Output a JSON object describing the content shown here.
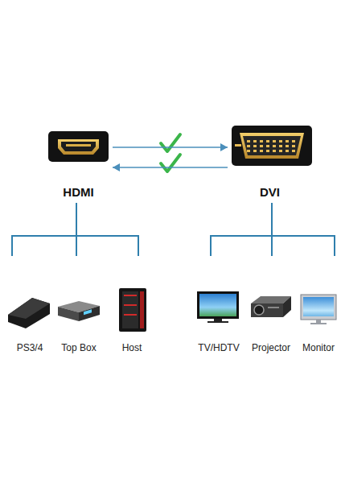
{
  "diagram": {
    "nodes": [
      {
        "text": [
          "HDMI"
        ]
      },
      {
        "text": [
          "DVI"
        ]
      },
      {
        "text": [
          "PS3/4"
        ]
      },
      {
        "text": [
          "Top Box"
        ]
      },
      {
        "text": [
          "Host"
        ]
      },
      {
        "text": [
          "TV/HDTV"
        ]
      },
      {
        "text": [
          "Projector"
        ]
      },
      {
        "text": [
          "Monitor"
        ]
      }
    ],
    "edges": [
      {
        "from": 0,
        "to": 1,
        "arrow": "to"
      },
      {
        "from": 1,
        "to": 0,
        "arrow": "to"
      },
      {
        "from": 0,
        "to": 2,
        "arrow": "none"
      },
      {
        "from": 0,
        "to": 3,
        "arrow": "none"
      },
      {
        "from": 0,
        "to": 4,
        "arrow": "none"
      },
      {
        "from": 1,
        "to": 5,
        "arrow": "none"
      },
      {
        "from": 1,
        "to": 6,
        "arrow": "none"
      },
      {
        "from": 1,
        "to": 7,
        "arrow": "none"
      }
    ]
  }
}
